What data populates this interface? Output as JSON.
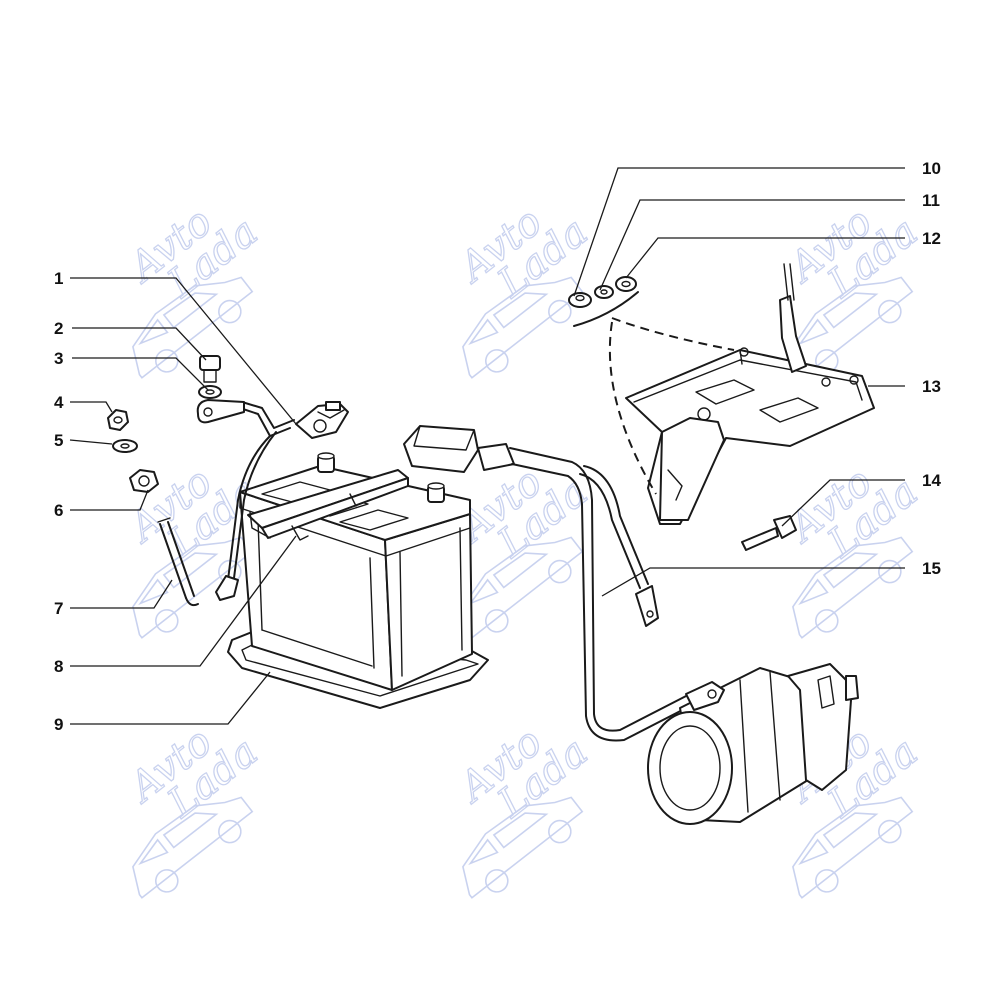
{
  "watermark": {
    "line1": "Avto",
    "line2": "Lada",
    "color": "#b8c4ea"
  },
  "callouts": [
    {
      "id": "1",
      "label": "1"
    },
    {
      "id": "2",
      "label": "2"
    },
    {
      "id": "3",
      "label": "3"
    },
    {
      "id": "4",
      "label": "4"
    },
    {
      "id": "5",
      "label": "5"
    },
    {
      "id": "6",
      "label": "6"
    },
    {
      "id": "7",
      "label": "7"
    },
    {
      "id": "8",
      "label": "8"
    },
    {
      "id": "9",
      "label": "9"
    },
    {
      "id": "10",
      "label": "10"
    },
    {
      "id": "11",
      "label": "11"
    },
    {
      "id": "12",
      "label": "12"
    },
    {
      "id": "13",
      "label": "13"
    },
    {
      "id": "14",
      "label": "14"
    },
    {
      "id": "15",
      "label": "15"
    }
  ],
  "colors": {
    "line": "#1a1a1a",
    "background": "#ffffff"
  }
}
